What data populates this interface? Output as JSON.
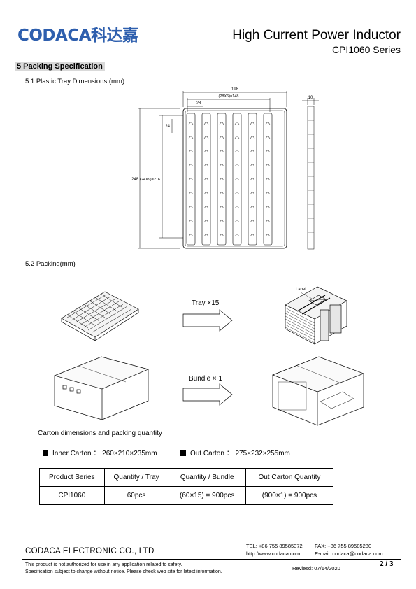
{
  "header": {
    "logo_text": "CODACA科达嘉",
    "title": "High Current Power Inductor",
    "series": "CPI1060  Series"
  },
  "section": {
    "heading": "5 Packing Specification",
    "tray_heading": "5.1 Plastic Tray Dimensions (mm)",
    "packing_heading": "5.2 Packing(mm)"
  },
  "tray_drawing": {
    "overall_width": "198",
    "pitch_x": "(28X6)=148",
    "pocket_width": "28",
    "overall_height": "248",
    "pitch_y": "(24X9)=216",
    "pocket_height": "24",
    "thickness": "10"
  },
  "packing_steps": {
    "tray_label": "Tray  ×15",
    "bundle_label": "Bundle  ×  1",
    "label_callout": "Label"
  },
  "carton": {
    "caption": "Carton dimensions and packing quantity",
    "inner_label": "Inner Carton ：",
    "inner_dims": "260×210×235mm",
    "outer_label": "Out Carton ：",
    "outer_dims": "275×232×255mm"
  },
  "quantity_table": {
    "headers": [
      "Product Series",
      "Quantity / Tray",
      "Quantity / Bundle",
      "Out Carton Quantity"
    ],
    "rows": [
      [
        "CPI1060",
        "60pcs",
        "(60×15) = 900pcs",
        "(900×1) = 900pcs"
      ]
    ]
  },
  "footer": {
    "company": "CODACA ELECTRONIC CO., LTD",
    "tel": "TEL: +86 755 89585372",
    "fax": "FAX: +86 755 89585280",
    "web": "http://www.codaca.com",
    "email": "E-mail: codaca@codaca.com",
    "note1": "This product is not authorized for use in any application related to safety.",
    "note2": "Specification subject to change without notice. Please check web site for latest information.",
    "revised": "Reviesd: 07/14/2020",
    "page": "2 / 3"
  }
}
